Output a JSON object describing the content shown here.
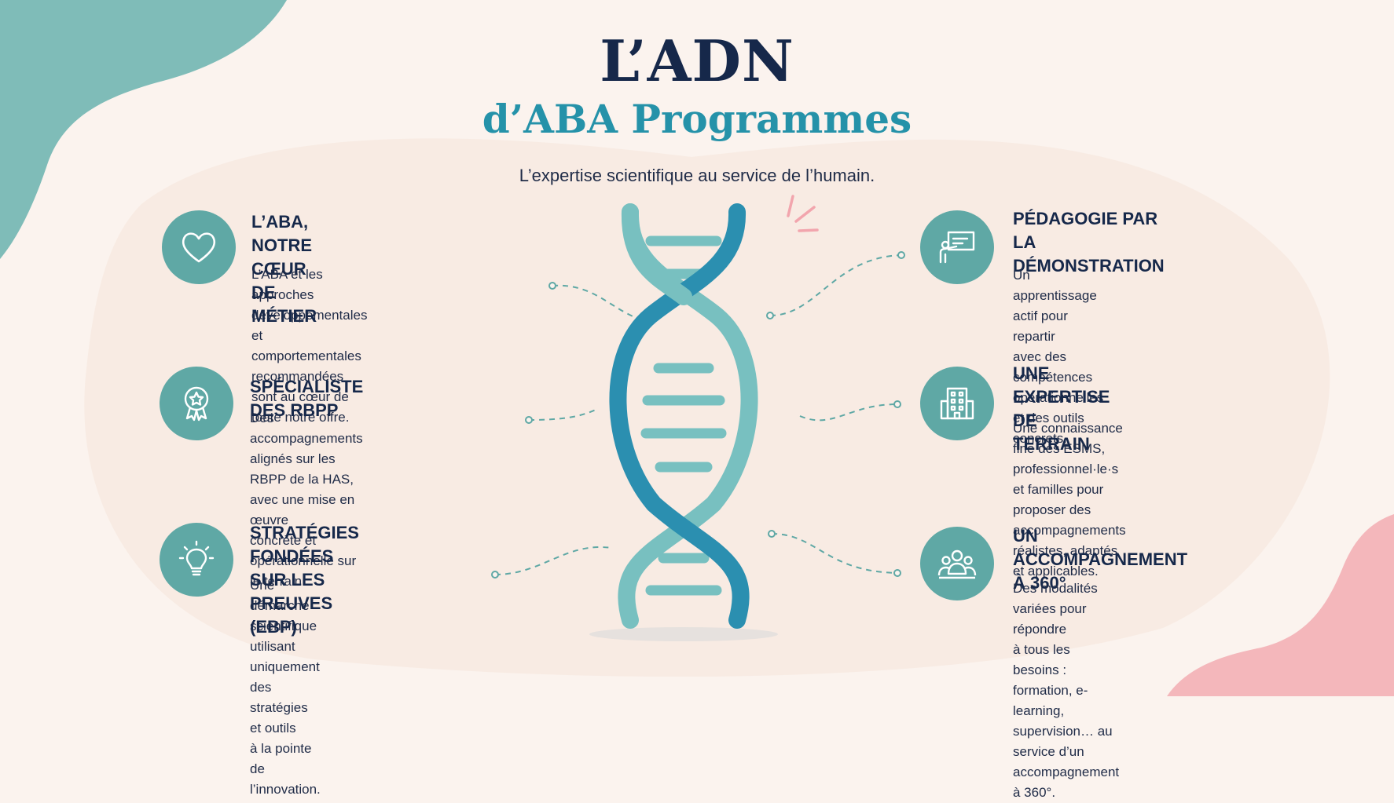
{
  "title": "L’ADN",
  "subtitle": "d’ABA Programmes",
  "tagline": "L’expertise scientifique au service de l’humain.",
  "colors": {
    "background": "#fbf3ee",
    "teal_icon": "#5fa8a5",
    "dna_dark": "#2b8fb0",
    "dna_light": "#78c0c0",
    "title_navy": "#16284a",
    "subtitle_teal": "#2592a9",
    "accent_pink": "#f2a5ad"
  },
  "features_left": [
    {
      "icon": "heart-icon",
      "title": "L’ABA,\nNOTRE CŒUR DE MÉTIER",
      "description": "L’ABA et les approches développementales\net comportementales recommandées\nsont au cœur de toute notre offre."
    },
    {
      "icon": "award-ribbon-icon",
      "title": "SPÉCIALISTE DES RBPP",
      "description": "Des accompagnements alignés sur les\nRBPP de la HAS, avec une mise en œuvre\nconcrète et opérationnelle sur le terrain."
    },
    {
      "icon": "lightbulb-icon",
      "title": "STRATÉGIES FONDÉES\nSUR LES PREUVES (EBP)",
      "description": "Une démarche scientifique utilisant\nuniquement des stratégies et outils\nà la pointe de l’innovation."
    }
  ],
  "features_right": [
    {
      "icon": "presentation-board-icon",
      "title": "PÉDAGOGIE PAR\nLA DÉMONSTRATION",
      "description": "Un apprentissage actif pour repartir\navec des compétences opérationnelles\net des outils concrets."
    },
    {
      "icon": "building-icon",
      "title": "UNE EXPERTISE\nDE TERRAIN",
      "description": "Une connaissance fine des ESMS,\nprofessionnel·le·s et familles pour\nproposer des accompagnements\nréalistes, adaptés et applicables."
    },
    {
      "icon": "group-people-icon",
      "title": "UN ACCOMPAGNEMENT\nÀ 360°",
      "description": "Des modalités variées pour répondre\nà tous les besoins : formation, e-learning,\nsupervision… au service d’un\naccompagnement à 360°."
    }
  ]
}
